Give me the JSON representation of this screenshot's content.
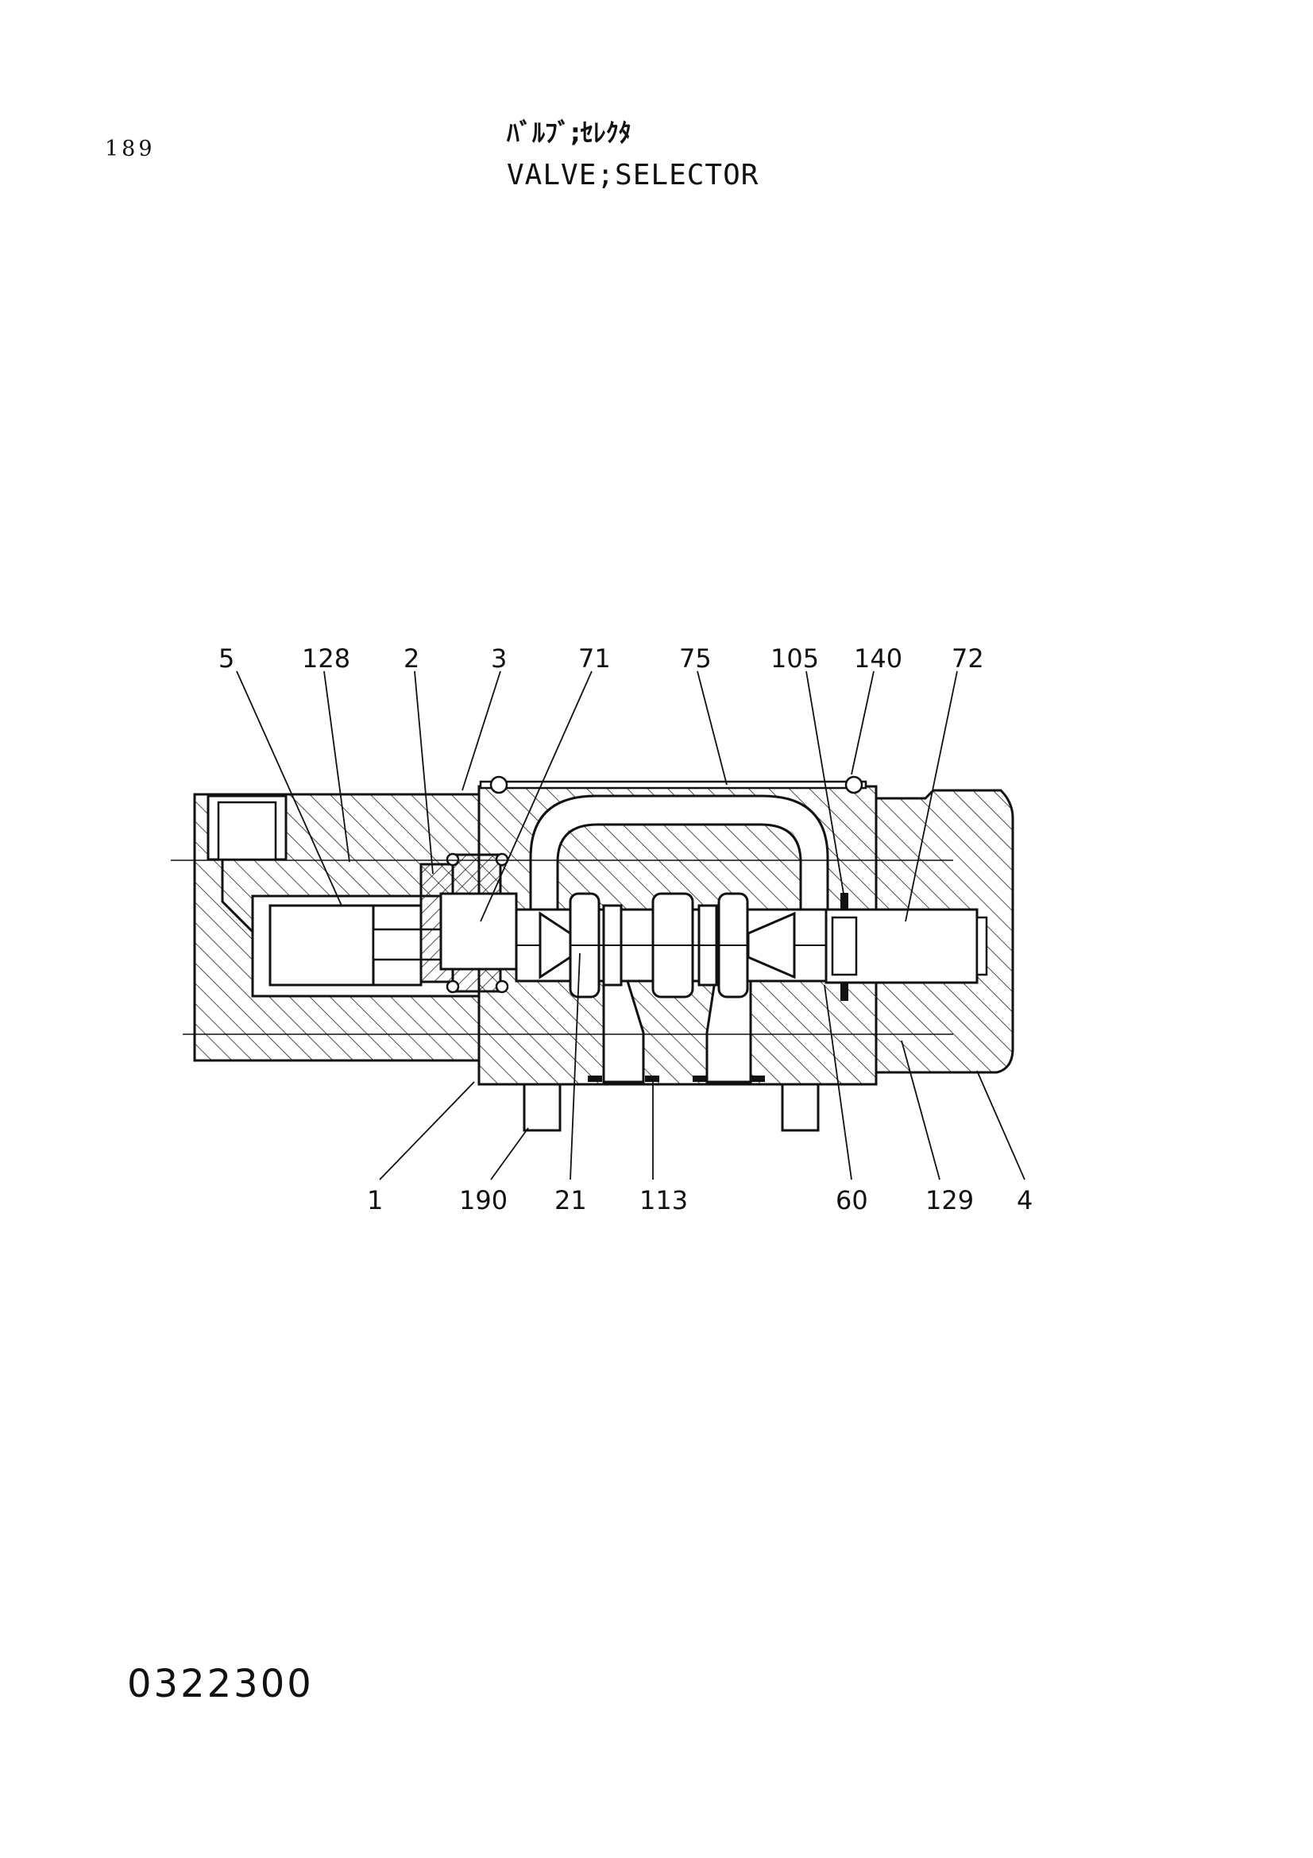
{
  "header": {
    "page_number": "189",
    "title_katakana": "ﾊﾞﾙﾌﾞ;ｾﾚｸﾀ",
    "title_english": "VALVE;SELECTOR"
  },
  "diagram": {
    "callouts_top": [
      "5",
      "128",
      "2",
      "3",
      "71",
      "75",
      "105",
      "140",
      "72"
    ],
    "callouts_bottom": [
      "1",
      "190",
      "21",
      "113",
      "60",
      "129",
      "4"
    ]
  },
  "footer": {
    "drawing_number": "0322300"
  }
}
